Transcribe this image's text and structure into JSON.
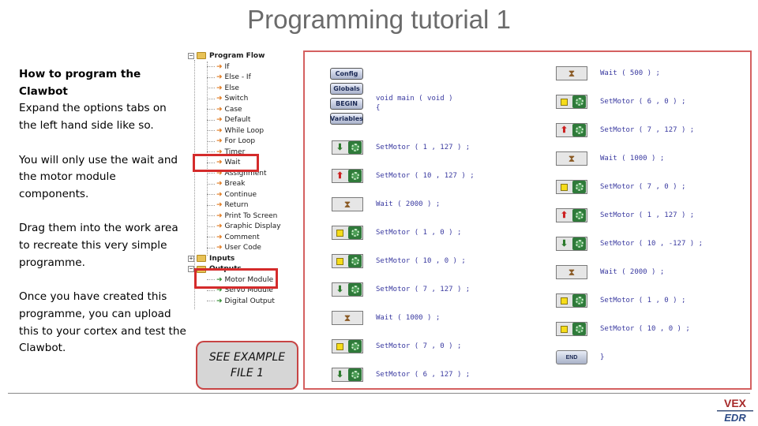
{
  "slide": {
    "title": "Programming tutorial 1"
  },
  "instructions": {
    "heading": "How to program the Clawbot",
    "p1": "Expand the options tabs on the left hand side like so.",
    "p2": "You will only use the wait and the motor module components.",
    "p3": "Drag them into the work area to recreate this very simple programme.",
    "p4": "Once you have created this programme, you can upload this to your cortex and test the Clawbot."
  },
  "tree": {
    "program_flow": "Program Flow",
    "items": [
      "If",
      "Else - If",
      "Else",
      "Switch",
      "Case",
      "Default",
      "While Loop",
      "For Loop",
      "Timer",
      "Wait",
      "Assignment",
      "Break",
      "Continue",
      "Return",
      "Print To Screen",
      "Graphic Display",
      "Comment",
      "User Code"
    ],
    "inputs": "Inputs",
    "outputs": "Outputs",
    "output_items": [
      "Motor Module",
      "Servo Module",
      "Digital Output"
    ]
  },
  "example_box": {
    "line1": "SEE EXAMPLE",
    "line2": "FILE 1"
  },
  "program": {
    "header_buttons": [
      "Config",
      "Globals",
      "BEGIN",
      "Variables"
    ],
    "main_decl": "void main ( void )",
    "open_brace": "{",
    "left_code": [
      "SetMotor ( 1 , 127 ) ;",
      "SetMotor ( 10 , 127 ) ;",
      "Wait ( 2000 ) ;",
      "SetMotor ( 1 , 0 ) ;",
      "SetMotor ( 10 , 0 ) ;",
      "SetMotor ( 7 , 127 ) ;",
      "Wait ( 1000 ) ;",
      "SetMotor ( 7 , 0 ) ;",
      "SetMotor ( 6 , 127 ) ;"
    ],
    "right_code": [
      "Wait ( 500 ) ;",
      "SetMotor ( 6 , 0 ) ;",
      "SetMotor ( 7 , 127 ) ;",
      "Wait ( 1000 ) ;",
      "SetMotor ( 7 , 0 ) ;",
      "SetMotor ( 1 , 127 ) ;",
      "SetMotor ( 10 , -127 ) ;",
      "Wait ( 2000 ) ;",
      "SetMotor ( 1 , 0 ) ;",
      "SetMotor ( 10 , 0 ) ;",
      "}"
    ],
    "end_label": "END"
  },
  "logo": {
    "top": "VEX",
    "bottom": "EDR"
  },
  "colors": {
    "highlight": "#d42b2b",
    "program_border": "#d46060",
    "code_text": "#3a3aa0",
    "motor_block": "#2f7a3a"
  }
}
